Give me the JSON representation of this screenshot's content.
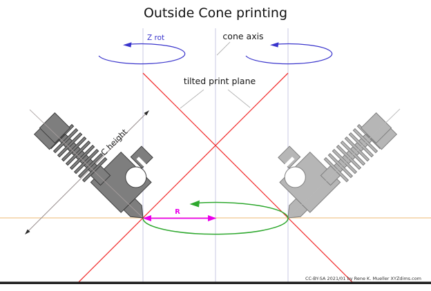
{
  "title": "Outside Cone printing",
  "labels": {
    "z_rot": "Z rot",
    "cone_axis": "cone axis",
    "tilted_print_plane": "tilted print plane",
    "c_height": "C height",
    "radius": "R"
  },
  "footer": {
    "credit": "CC-BY-SA 2021/01 by Rene K. Mueller XYZdims.com"
  },
  "colors": {
    "cone_surface": "#f13030",
    "rotation_ring": "#2ea82e",
    "radius_arrow": "#ea00ea",
    "z_rotation": "#3a35cc",
    "print_bed": "#f0c88e",
    "axis_guide": "#c9c9e3",
    "hotend_left_fill": "#7e7e7e",
    "hotend_right_fill": "#b6b6b6",
    "baseline_bar": "#1e1e1e"
  }
}
